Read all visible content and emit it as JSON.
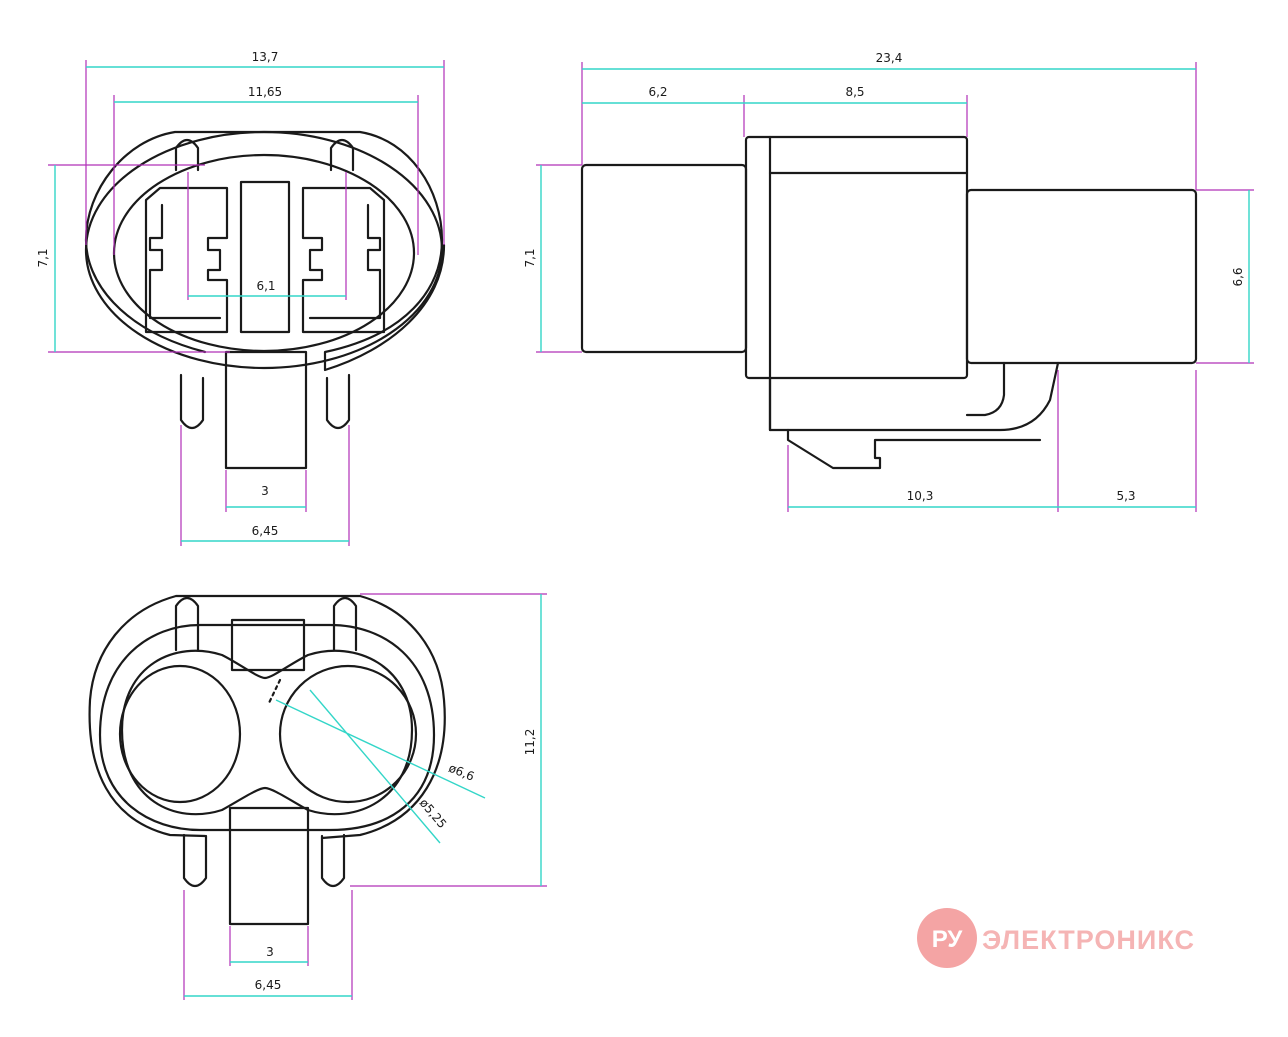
{
  "views": {
    "front": {
      "width": "13,7",
      "inner_width": "11,65",
      "height": "7,1",
      "pitch": "6,1",
      "tab": "3",
      "pins": "6,45"
    },
    "side": {
      "length": "23,4",
      "front_part": "6,2",
      "body": "8,5",
      "height_left": "7,1",
      "height_right": "6,6",
      "latch": "10,3",
      "tail": "5,3"
    },
    "rear": {
      "height": "11,2",
      "bore_outer": "ø6,6",
      "bore_inner": "ø5,25",
      "tab": "3",
      "pins": "6,45"
    }
  },
  "watermark": {
    "badge": "РУ",
    "text": "ЭЛЕКТРОНИКС",
    "badge_color": "#f4a4a4",
    "text_color": "#f5b4b4"
  },
  "colors": {
    "dimension_lines": "#34d6c8",
    "extension_lines": "#b030b8",
    "outline": "#1a1a1a"
  }
}
